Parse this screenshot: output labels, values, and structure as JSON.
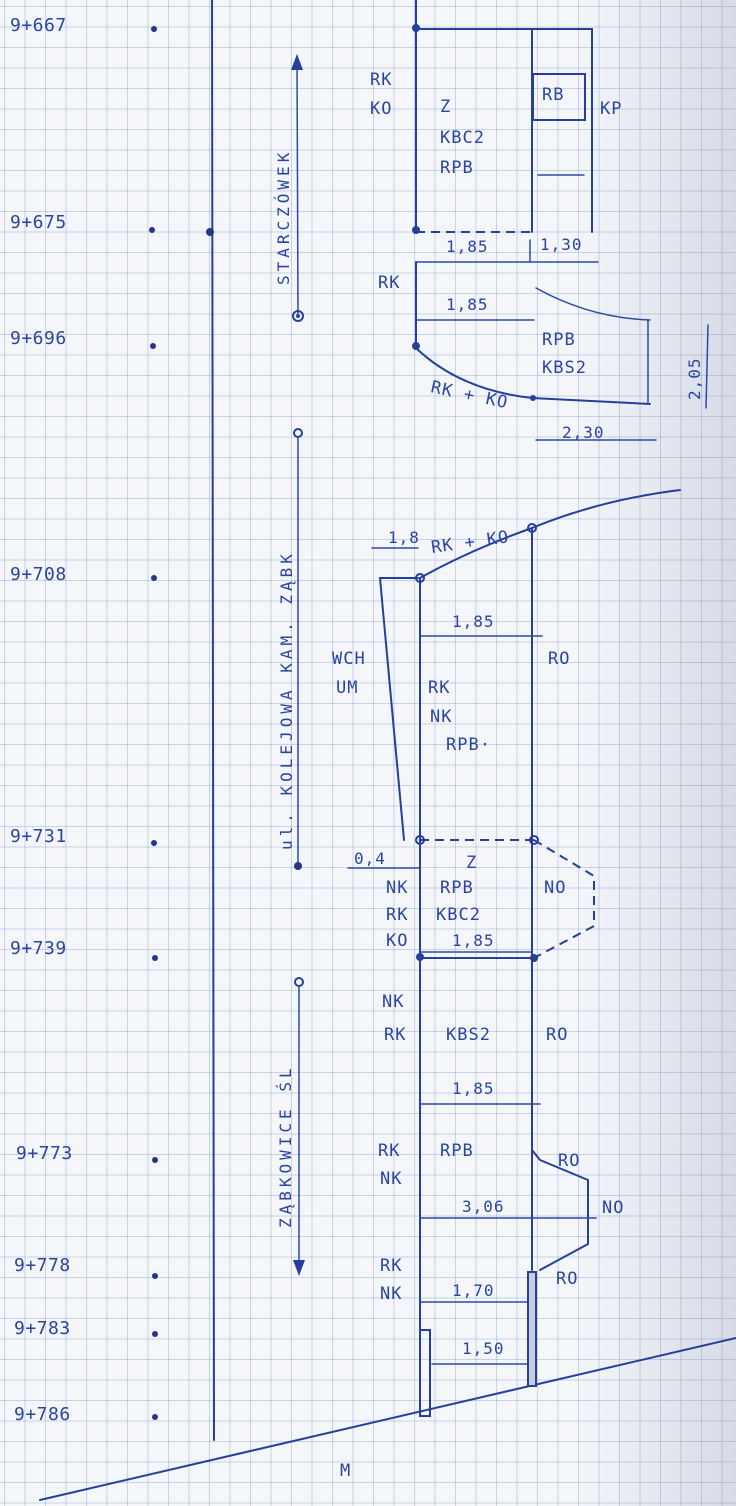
{
  "chainage_labels": [
    "9+667",
    "9+675",
    "9+696",
    "9+708",
    "9+731",
    "9+739",
    "9+773",
    "9+778",
    "9+783",
    "9+786"
  ],
  "streets": {
    "starczowek": "STARCZÓWEK",
    "kolejowa": "ul. KOLEJOWA KAM. ZĄBK",
    "zabkowice": "ZĄBKOWICE ŚL"
  },
  "segments": {
    "s1": {
      "left": [
        "RK",
        "KO"
      ],
      "center": [
        "Z",
        "KBC2",
        "RPB"
      ],
      "box": "RB",
      "right": "KP"
    },
    "s2": {
      "left": "RK",
      "dim_top": "1,85",
      "dim_right_top": "1,30",
      "dim_mid": "1,85",
      "center": [
        "RPB",
        "KBS2"
      ],
      "bottom": "RK + KO",
      "dim_height": "2,05",
      "dim_bottom": "2,30"
    },
    "s3": {
      "dim_small": "1,8",
      "top": "RK + KO",
      "dim": "1,85",
      "side": [
        "WCH",
        "UM"
      ],
      "center": [
        "RK",
        "NK",
        "RPB·"
      ],
      "right": "RO"
    },
    "s4": {
      "dim_small": "0,4",
      "left": [
        "NK",
        "RK",
        "KO"
      ],
      "center": [
        "Z",
        "RPB",
        "KBC2"
      ],
      "right": "NO",
      "dim": "1,85"
    },
    "s5": {
      "left": [
        "NK",
        "RK"
      ],
      "center": "KBS2",
      "right": "RO",
      "dim": "1,85"
    },
    "s6": {
      "left": [
        "RK",
        "NK"
      ],
      "center": "RPB",
      "right_top": "RO",
      "dim": "3,06",
      "right": "NO"
    },
    "s7": {
      "left": [
        "RK",
        "NK"
      ],
      "dim": "1,70",
      "right": "RO",
      "dim2": "1,50"
    }
  },
  "bottom_label": "M",
  "colors": {
    "ink": "#24409a",
    "paper": "#f4f6fa",
    "grid": "#8c9fd0"
  }
}
